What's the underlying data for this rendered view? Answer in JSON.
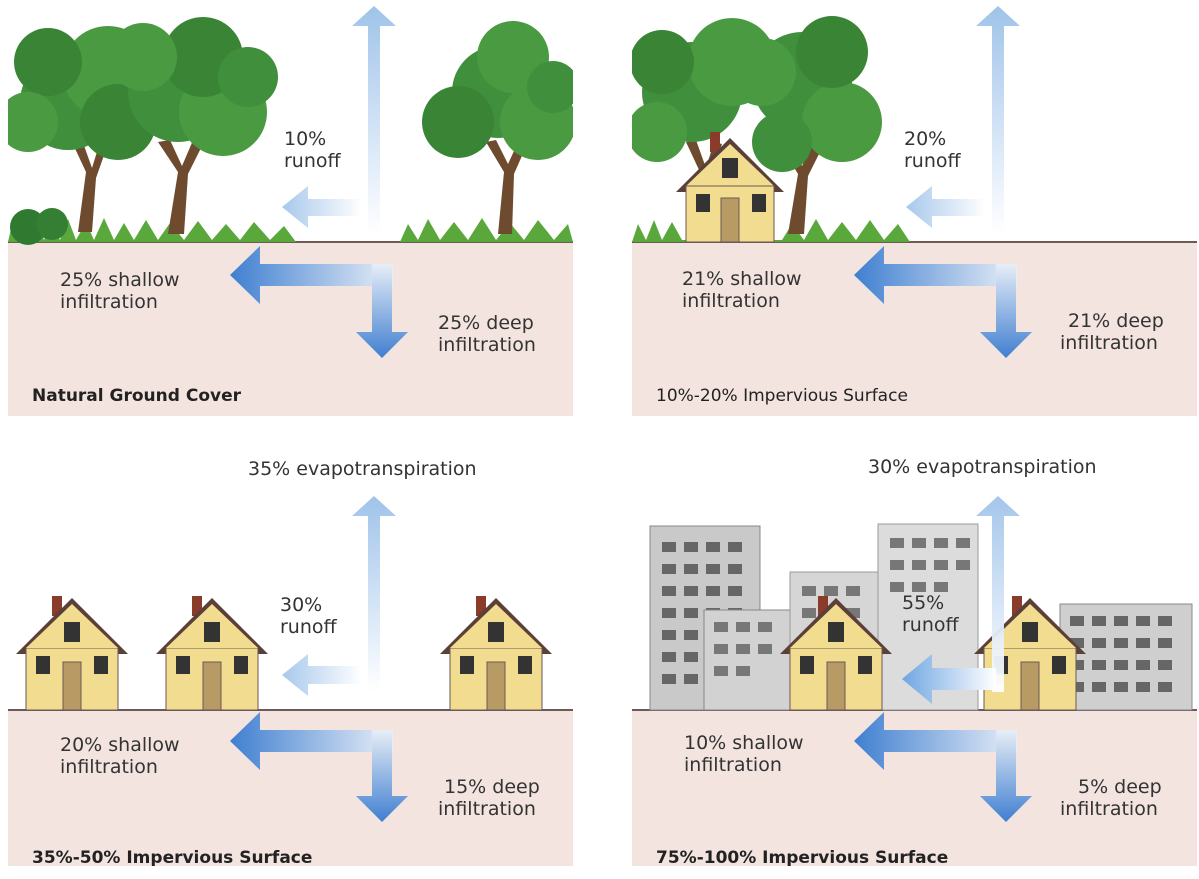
{
  "panels": [
    {
      "id": "natural",
      "scene": "trees",
      "evapotranspiration": "",
      "runoff_pct": "10%",
      "runoff_word": "runoff",
      "shallow_pct": "25% shallow",
      "shallow_word": "infiltration",
      "deep_pct": "25% deep",
      "deep_word": "infiltration",
      "caption": "Natural Ground Cover"
    },
    {
      "id": "low-impervious",
      "scene": "house-trees",
      "evapotranspiration": "",
      "runoff_pct": "20%",
      "runoff_word": "runoff",
      "shallow_pct": "21% shallow",
      "shallow_word": "infiltration",
      "deep_pct": "21% deep",
      "deep_word": "infiltration",
      "caption": "10%-20% Impervious Surface"
    },
    {
      "id": "mid-impervious",
      "scene": "houses",
      "evapotranspiration": "35% evapotranspiration",
      "runoff_pct": "30%",
      "runoff_word": "runoff",
      "shallow_pct": "20% shallow",
      "shallow_word": "infiltration",
      "deep_pct": "15% deep",
      "deep_word": "infiltration",
      "caption": "35%-50% Impervious Surface"
    },
    {
      "id": "high-impervious",
      "scene": "city",
      "evapotranspiration": "30% evapotranspiration",
      "runoff_pct": "55%",
      "runoff_word": "runoff",
      "shallow_pct": "10% shallow",
      "shallow_word": "infiltration",
      "deep_pct": "5% deep",
      "deep_word": "infiltration",
      "caption": "75%-100% Impervious Surface"
    }
  ],
  "colors": {
    "soil": "#f3e4e0",
    "ground_line": "#6b5a55",
    "arrow_blue": "#4f8fd6",
    "tree_green": "#3f8f3c",
    "grass": "#5aa83c",
    "house_wall": "#f2dc8f",
    "building_gray": "#c9c9c9"
  }
}
